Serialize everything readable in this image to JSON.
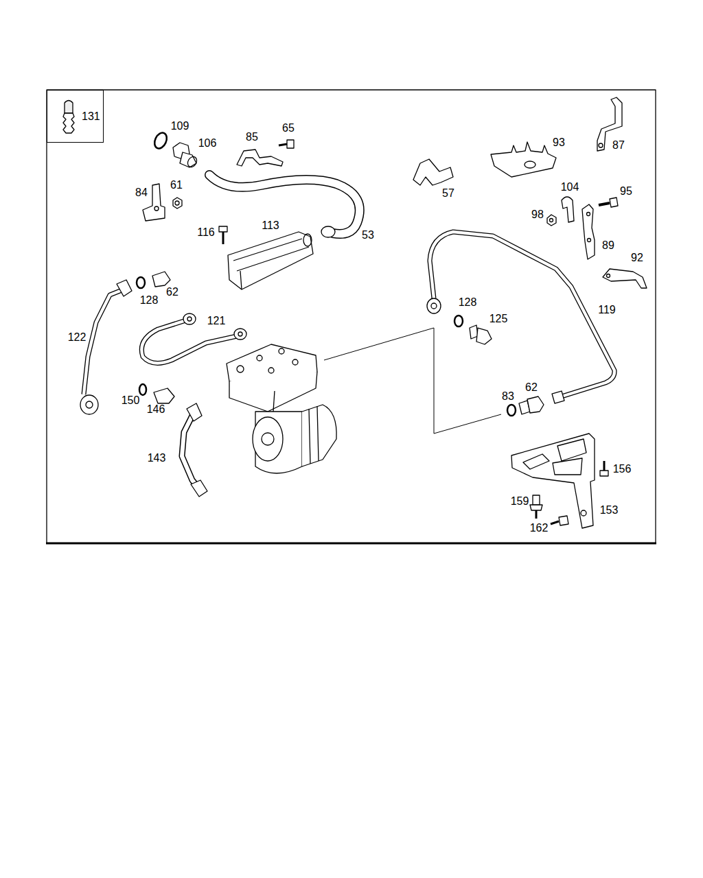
{
  "diagram": {
    "nodes": [
      {
        "text": [
          "131"
        ]
      }
    ],
    "labels": [
      "109",
      "65",
      "106",
      "85",
      "93",
      "87",
      "84",
      "61",
      "57",
      "104",
      "95",
      "98",
      "116",
      "113",
      "53",
      "89",
      "92",
      "128",
      "62",
      "128",
      "119",
      "122",
      "121",
      "125",
      "150",
      "146",
      "83",
      "62",
      "143",
      "156",
      "159",
      "153",
      "162"
    ]
  }
}
